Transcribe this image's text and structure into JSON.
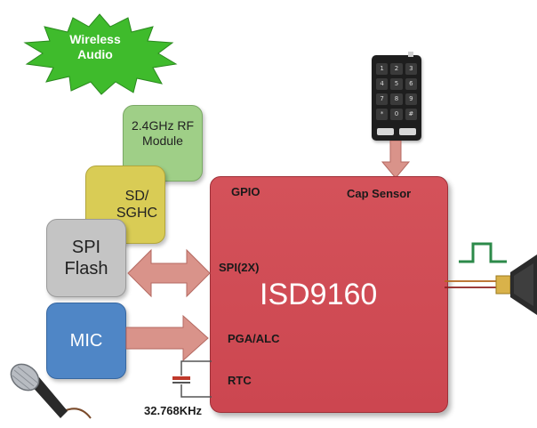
{
  "burst": {
    "line1": "Wireless",
    "line2": "Audio"
  },
  "rf": {
    "line1": "2.4GHz RF",
    "line2": "Module"
  },
  "sd": {
    "line1": "SD/",
    "line2": "SGHC"
  },
  "spi": {
    "line1": "SPI",
    "line2": "Flash"
  },
  "mic": {
    "label": "MIC"
  },
  "chip": {
    "name": "ISD9160",
    "gpio": "GPIO",
    "cap": "Cap Sensor",
    "spi": "SPI(2X)",
    "pga": "PGA/ALC",
    "rtc": "RTC"
  },
  "crystal": {
    "freq": "32.768KHz"
  },
  "keypad": {
    "keys": [
      "1",
      "2",
      "3",
      "4",
      "5",
      "6",
      "7",
      "8",
      "9",
      "*",
      "0",
      "#"
    ]
  },
  "colors": {
    "chip": "#d04a52",
    "rf": "#9fcf87",
    "sd": "#d9cc55",
    "spi": "#c4c4c4",
    "mic": "#4f86c6",
    "burst": "#3fbb2c",
    "arrow": "#d9938a",
    "signal": "#2c8a4a"
  }
}
